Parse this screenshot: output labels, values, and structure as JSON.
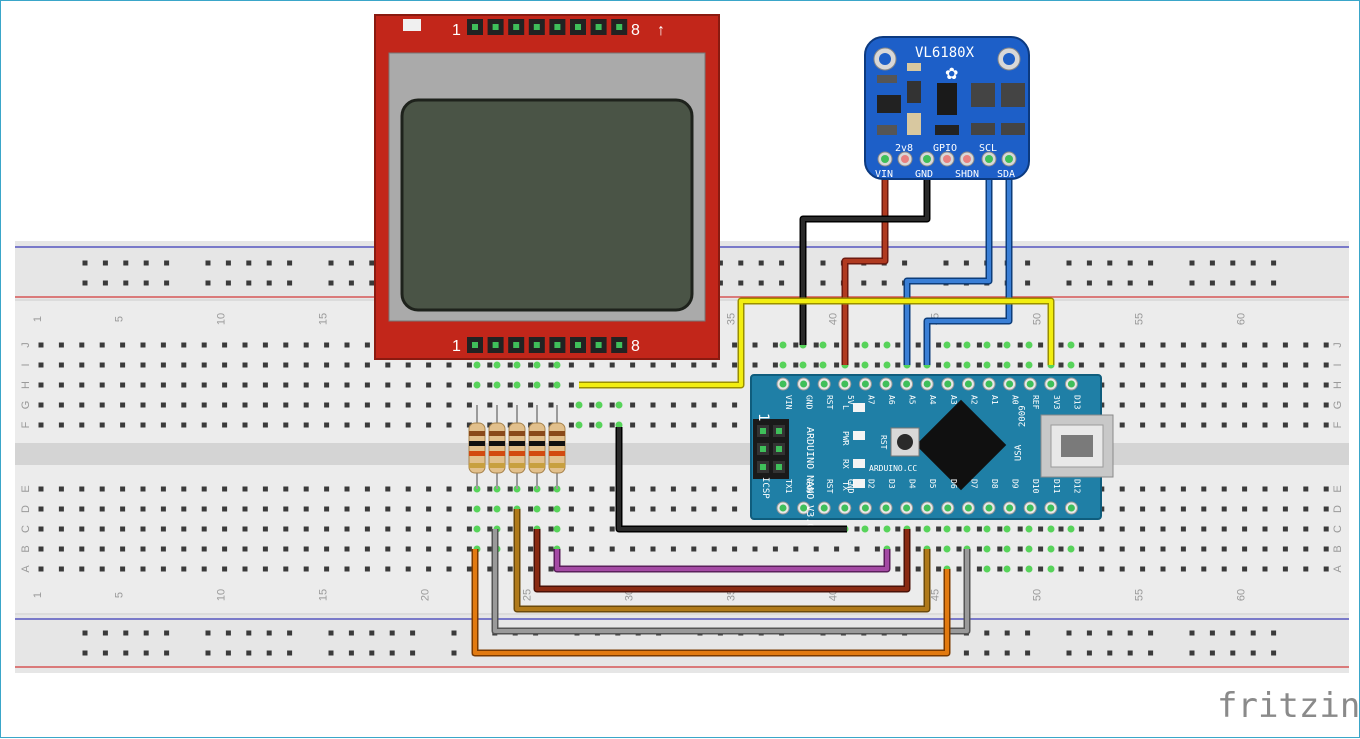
{
  "breadboard": {
    "column_labels": [
      "1",
      "5",
      "10",
      "15",
      "20",
      "25",
      "30",
      "35",
      "40",
      "45",
      "50",
      "55",
      "60"
    ],
    "row_labels_top": [
      "J",
      "I",
      "H",
      "G",
      "F"
    ],
    "row_labels_bottom": [
      "E",
      "D",
      "C",
      "B",
      "A"
    ]
  },
  "lcd": {
    "pin_start": "1",
    "pin_end": "8",
    "arrow": "↑"
  },
  "sensor": {
    "title": "VL6180X",
    "pin_labels_top": [
      "2v8",
      "GPIO",
      "SCL"
    ],
    "pin_labels_bottom": [
      "VIN",
      "GND",
      "SHDN",
      "SDA"
    ]
  },
  "nano": {
    "top_pins": [
      "VIN",
      "GND",
      "RST",
      "5V",
      "A7",
      "A6",
      "A5",
      "A4",
      "A3",
      "A2",
      "A1",
      "A0",
      "REF",
      "3V3",
      "D13"
    ],
    "bottom_pins": [
      "TX1",
      "RX0",
      "RST",
      "GND",
      "D2",
      "D3",
      "D4",
      "D5",
      "D6",
      "D7",
      "D8",
      "D9",
      "D10",
      "D11",
      "D12"
    ],
    "board_name": "ARDUINO NANO V3.0",
    "icsp": "ICSP",
    "one": "1",
    "pwr": "PWR",
    "led_l": "L",
    "rx": "RX",
    "tx": "TX",
    "rst": "RST",
    "arduino_cc": "ARDUINO.CC",
    "usa": "USA",
    "year": "2009"
  },
  "watermark": "fritzing"
}
